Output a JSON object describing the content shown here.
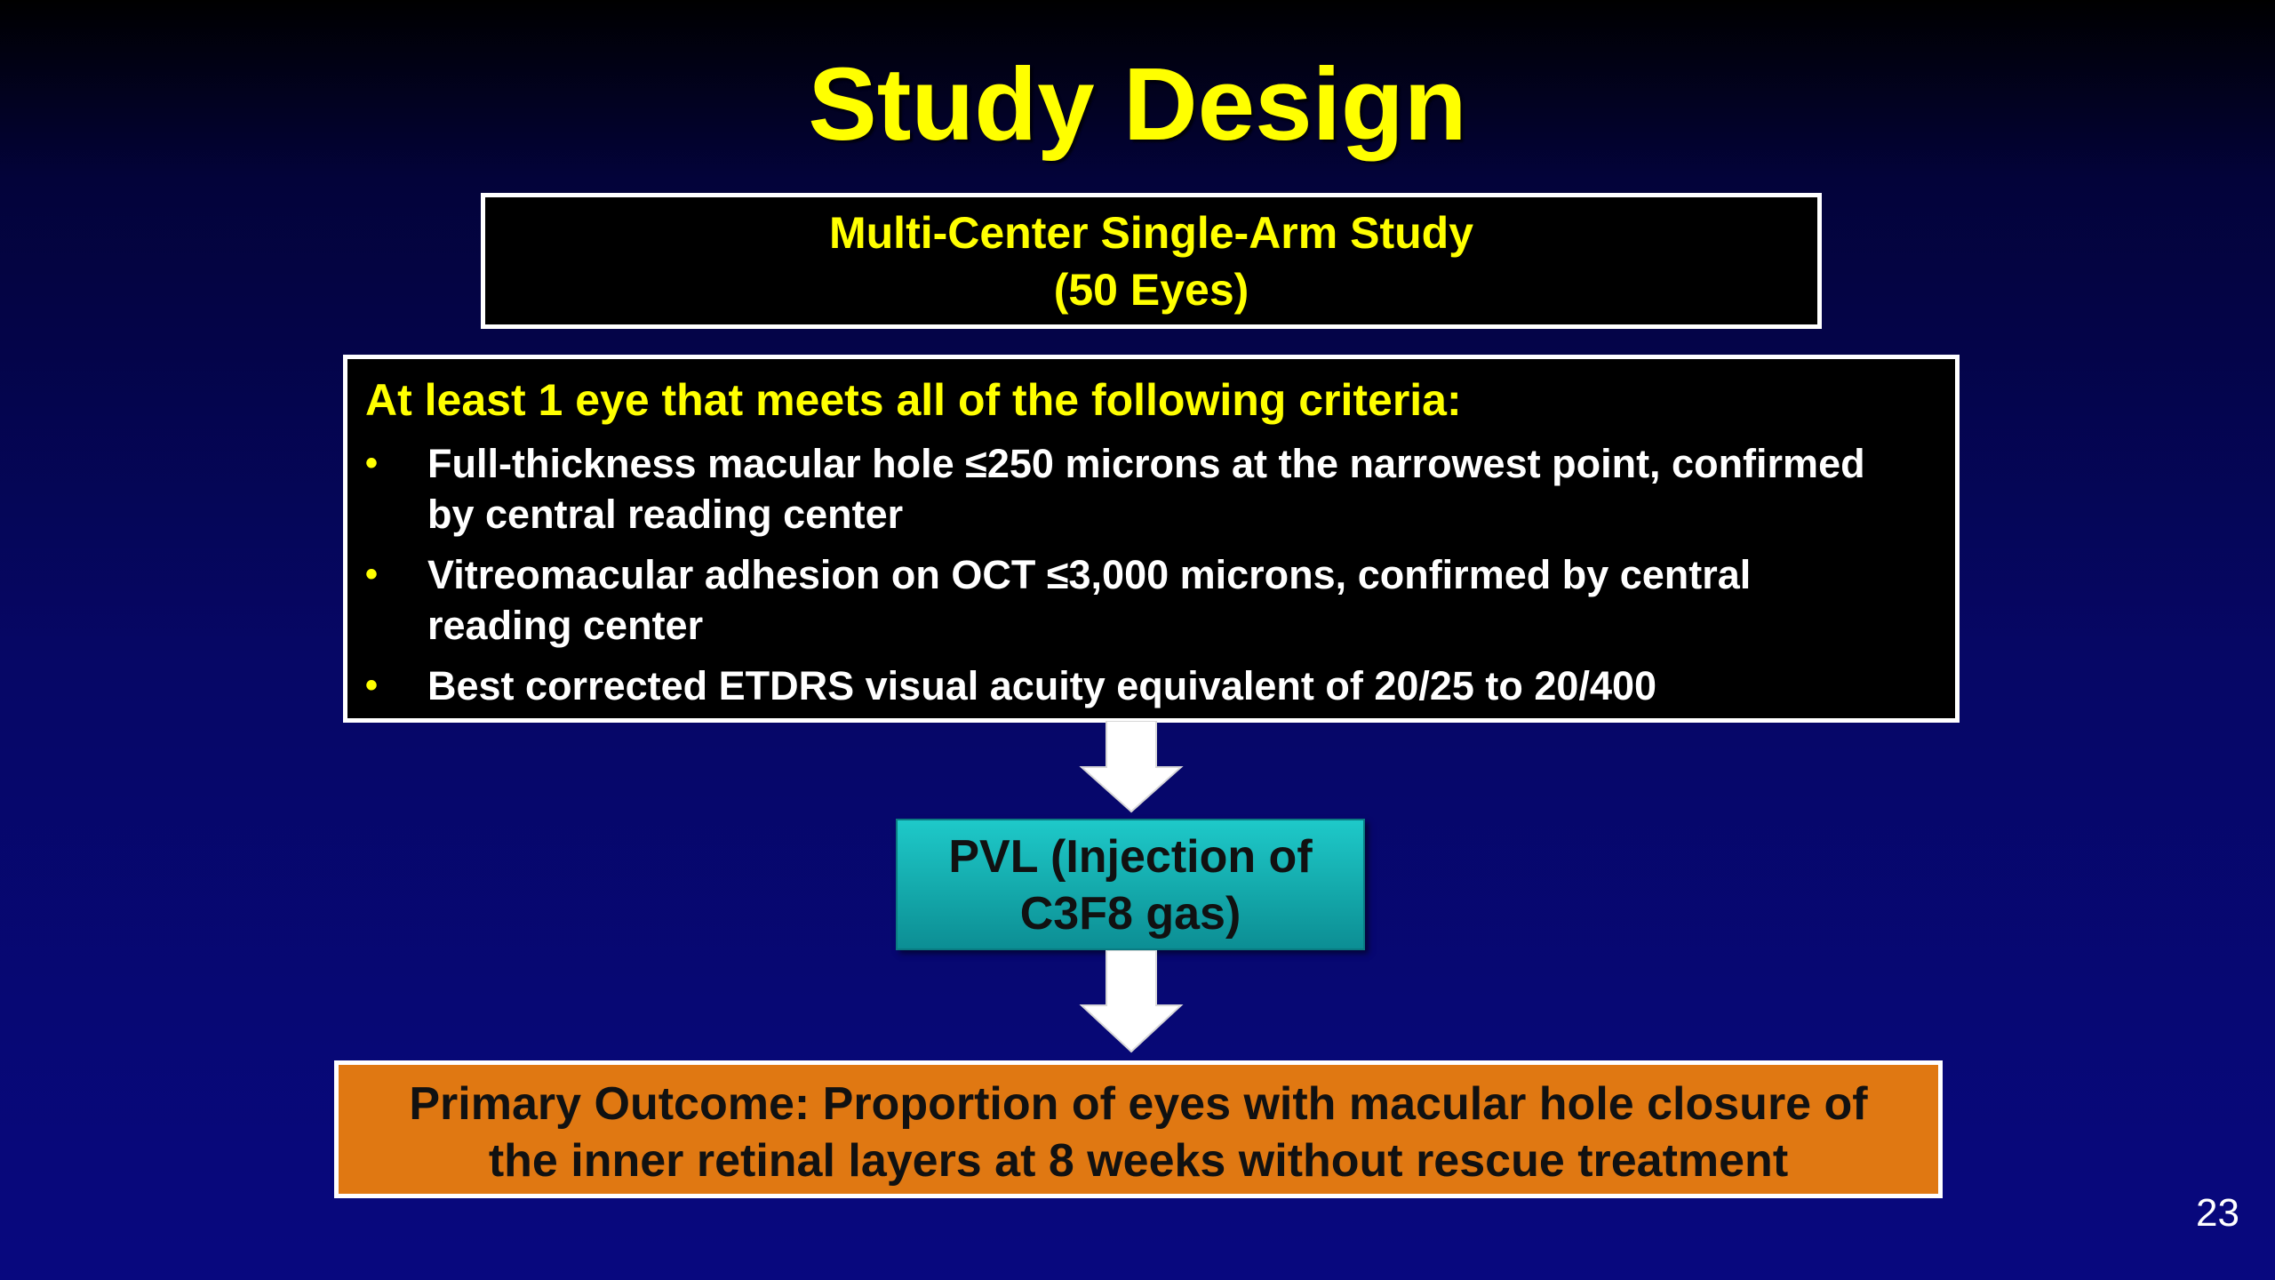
{
  "slide": {
    "title": "Study Design",
    "page_number": "23"
  },
  "study_box": {
    "line1": "Multi-Center Single-Arm Study",
    "line2": "(50 Eyes)"
  },
  "criteria_box": {
    "heading": "At least 1 eye that meets all of the following criteria:",
    "items": [
      {
        "bullet": "•",
        "text": "Full-thickness macular hole ≤250 microns at the narrowest point, confirmed by central reading center"
      },
      {
        "bullet": "•",
        "text": "Vitreomacular adhesion on OCT ≤3,000 microns, confirmed by central reading center"
      },
      {
        "bullet": "•",
        "text": "Best corrected ETDRS visual acuity equivalent of 20/25  to 20/400"
      }
    ]
  },
  "intervention_box": {
    "line1": "PVL (Injection of",
    "line2": "C3F8 gas)"
  },
  "outcome_box": {
    "line1": "Primary Outcome: Proportion of eyes with macular hole closure of",
    "line2": "the inner retinal layers at 8 weeks without rescue treatment"
  },
  "colors": {
    "title_text": "#ffff00",
    "criteria_heading": "#ffff00",
    "intervention_fill": "#17b3b5",
    "outcome_fill": "#e07812",
    "background_top": "#000000",
    "background_bottom": "#08087f"
  },
  "icons": [
    "down-arrow-icon",
    "down-arrow-icon"
  ]
}
